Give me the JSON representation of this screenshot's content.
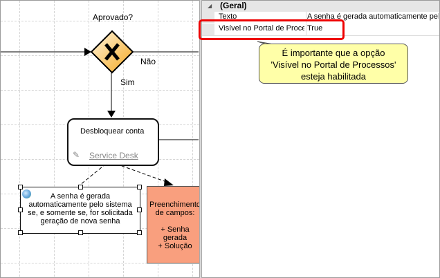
{
  "diagram": {
    "gateway_label": "Aprovado?",
    "flow_no": "Não",
    "flow_yes": "Sim",
    "task": {
      "title": "Desbloquear conta",
      "performer": "Service Desk"
    },
    "annotation": {
      "lines": [
        "A senha é gerada",
        "automaticamente pelo sistema",
        "se, e somente se, for solicitada",
        "geração de nova senha"
      ]
    },
    "document": {
      "lines": [
        "Preenchimento",
        "de campos:",
        "",
        "+ Senha",
        "gerada",
        "+ Solução"
      ]
    },
    "colors": {
      "gateway": "#f5b630",
      "document": "#f99f7e"
    }
  },
  "properties": {
    "category": "(Geral)",
    "rows": [
      {
        "name": "Texto",
        "value": "A senha é gerada automaticamente pelo sistema"
      },
      {
        "name": "Visível no Portal de Processos",
        "value": "True"
      }
    ]
  },
  "callout": {
    "lines": [
      "É importante que a opção",
      "'Visível no Portal de Processos'",
      "esteja habilitada"
    ],
    "highlight_color": "#e00000"
  }
}
